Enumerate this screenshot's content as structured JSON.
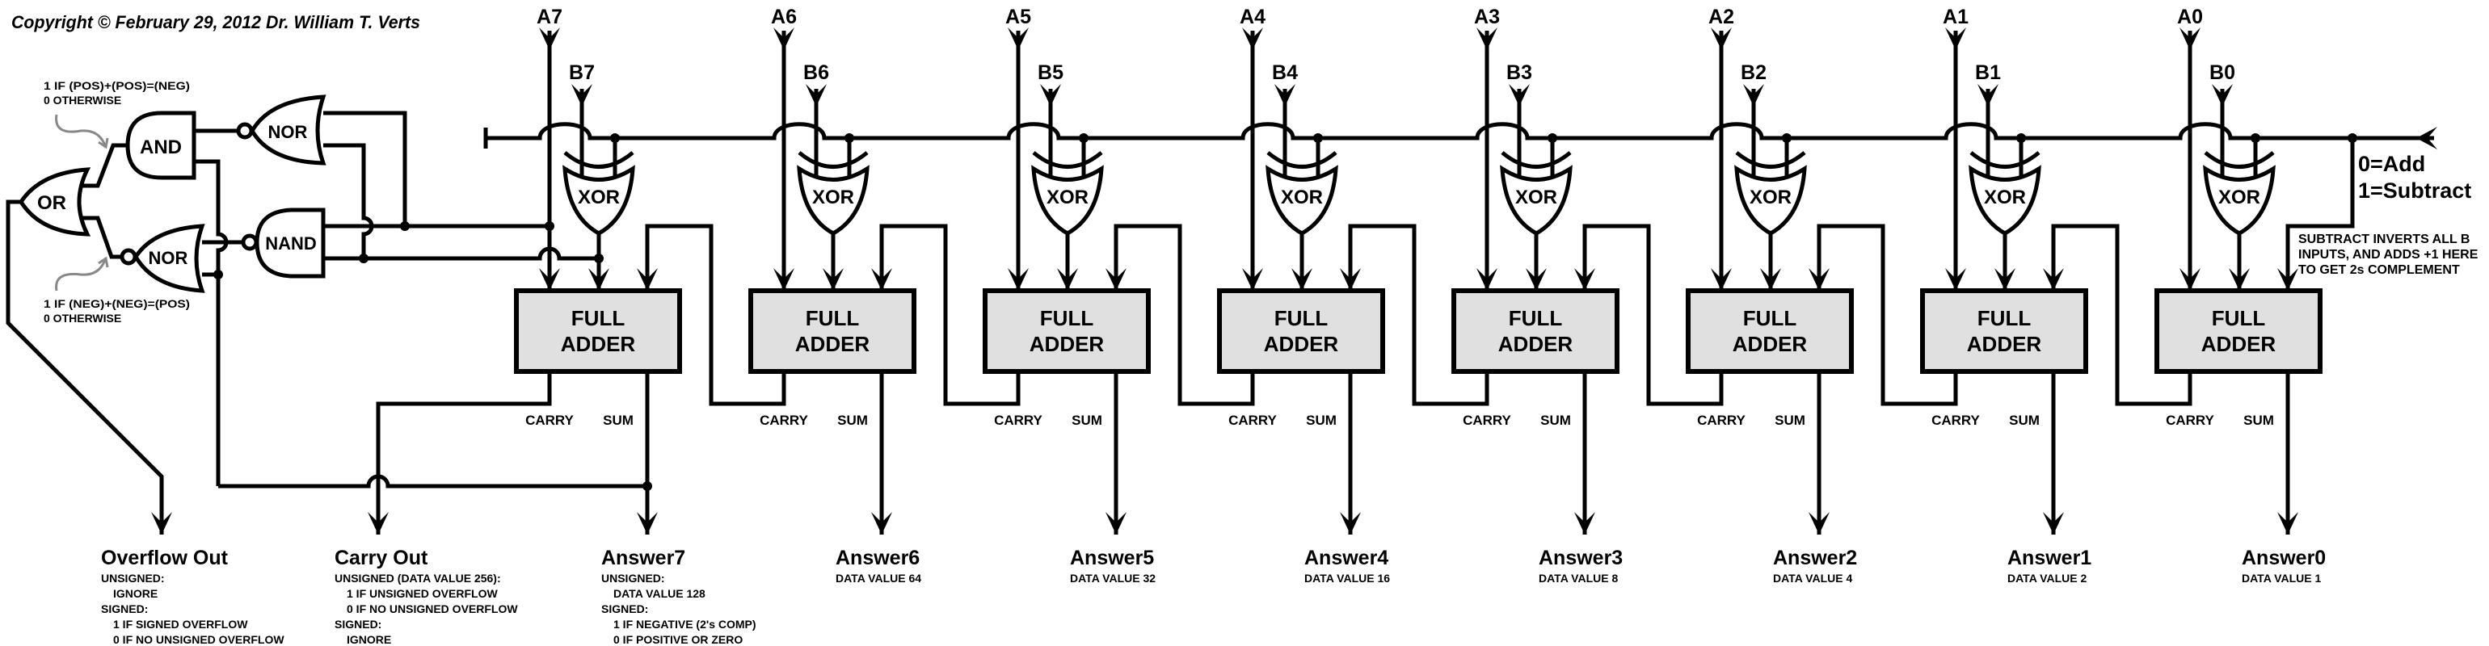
{
  "copyright": "Copyright © February 29, 2012 Dr. William T. Verts",
  "annotations": {
    "and_note": [
      "1 IF (POS)+(POS)=(NEG)",
      "0 OTHERWISE"
    ],
    "nor_note": [
      "1 IF (NEG)+(NEG)=(POS)",
      "0 OTHERWISE"
    ]
  },
  "gates": {
    "or": "OR",
    "and": "AND",
    "nor_top": "NOR",
    "nand": "NAND",
    "nor_bottom": "NOR",
    "xor": "XOR"
  },
  "adder": {
    "line1": "FULL",
    "line2": "ADDER",
    "carry": "CARRY",
    "sum": "SUM"
  },
  "control": {
    "add": "0=Add",
    "subtract": "1=Subtract",
    "note": [
      "SUBTRACT INVERTS ALL B",
      "INPUTS, AND ADDS +1 HERE",
      "TO GET 2s COMPLEMENT"
    ]
  },
  "overflow_out": {
    "title": "Overflow Out",
    "lines": [
      "UNSIGNED:",
      "IGNORE",
      "SIGNED:",
      "1 IF SIGNED OVERFLOW",
      "0 IF NO UNSIGNED OVERFLOW"
    ]
  },
  "carry_out": {
    "title": "Carry Out",
    "lines": [
      "UNSIGNED (DATA VALUE 256):",
      "1 IF UNSIGNED OVERFLOW",
      "0 IF NO UNSIGNED OVERFLOW",
      "SIGNED:",
      "IGNORE"
    ]
  },
  "bits": [
    {
      "a": "A7",
      "b": "B7",
      "answer": "Answer7",
      "detail": [
        "UNSIGNED:",
        "DATA VALUE 128",
        "SIGNED:",
        "1 IF NEGATIVE (2's COMP)",
        "0 IF POSITIVE OR ZERO"
      ]
    },
    {
      "a": "A6",
      "b": "B6",
      "answer": "Answer6",
      "detail": [
        "DATA VALUE 64"
      ]
    },
    {
      "a": "A5",
      "b": "B5",
      "answer": "Answer5",
      "detail": [
        "DATA VALUE 32"
      ]
    },
    {
      "a": "A4",
      "b": "B4",
      "answer": "Answer4",
      "detail": [
        "DATA VALUE 16"
      ]
    },
    {
      "a": "A3",
      "b": "B3",
      "answer": "Answer3",
      "detail": [
        "DATA VALUE 8"
      ]
    },
    {
      "a": "A2",
      "b": "B2",
      "answer": "Answer2",
      "detail": [
        "DATA VALUE 4"
      ]
    },
    {
      "a": "A1",
      "b": "B1",
      "answer": "Answer1",
      "detail": [
        "DATA VALUE 2"
      ]
    },
    {
      "a": "A0",
      "b": "B0",
      "answer": "Answer0",
      "detail": [
        "DATA VALUE 1"
      ]
    }
  ],
  "colors": {
    "adder_fill": "#e0e0e0",
    "wire": "#000000",
    "note_arrow": "#888888"
  }
}
